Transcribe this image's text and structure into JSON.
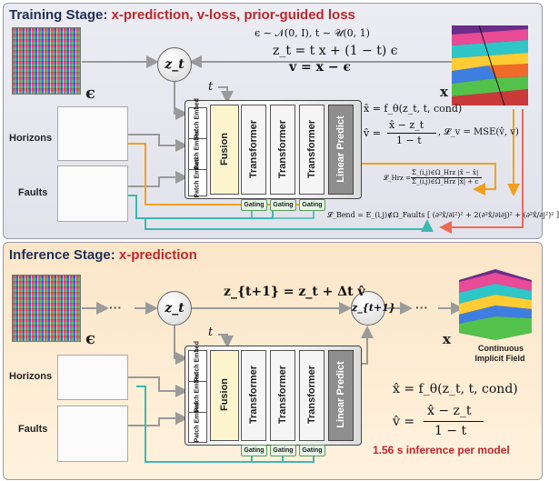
{
  "training": {
    "title_label": "Training Stage:",
    "title_highlight": "x-prediction, v-loss, prior-guided loss",
    "eq_noise": "ϵ ∼ 𝒩(0, I),  t ∼ 𝒰(0, 1)",
    "eq_zt": "z_t = t x + (1 − t) ϵ",
    "eq_v": "v = x − ϵ",
    "eq_xhat": "x̂ = f_θ(z_t, t, cond)",
    "eq_vhat_lhs": "v̂ =",
    "eq_vhat_num": "x̂ − z_t",
    "eq_vhat_den": "1 − t",
    "eq_lv": ",  𝓛_v = MSE(v̂, v)",
    "eq_lhrz_lhs": "𝓛_Hrz =",
    "eq_lhrz_num": "Σ_(i,j)∈Ω_Hrz |x̂ − x̄|",
    "eq_lhrz_den": "Σ_(i,j)∈Ω_Hrz |x̂| + c",
    "eq_lbend": "𝓛_Bend = E_(i,j)∉Ω_Faults [ (∂²x̂/∂i²)² + 2(∂²x̂/∂i∂j)² + (∂²x̂/∂j²)² ]",
    "label_epsilon": "ϵ",
    "label_x": "x",
    "label_horizons": "Horizons",
    "label_faults": "Faults",
    "node_zt": "z_t",
    "label_t": "t"
  },
  "inference": {
    "title_label": "Inference Stage:",
    "title_highlight": "x-prediction",
    "eq_update": "z_{t+1} = z_t + Δt v̂",
    "eq_xhat": "x̂ = f_θ(z_t, t, cond)",
    "eq_vhat_lhs": "v̂ =",
    "eq_vhat_num": "x̂ − z_t",
    "eq_vhat_den": "1 − t",
    "node_zt": "z_t",
    "node_zt1": "z_{t+1}",
    "ellipsis": "···",
    "label_epsilon": "ϵ",
    "label_x": "x",
    "label_horizons": "Horizons",
    "label_faults": "Faults",
    "label_t": "t",
    "output_caption_1": "Continuous",
    "output_caption_2": "Implicit Field",
    "timing": "1.56 s inference per model"
  },
  "network": {
    "patch_embed": "Patch Embed",
    "fusion": "Fusion",
    "transformer": "Transformer",
    "linear_predict": "Linear Predict",
    "gating": "Gating"
  },
  "colors": {
    "red_text": "#c0262c",
    "title_blue": "#1f2f55",
    "cond_orange": "#f0a020",
    "cond_teal": "#3fb8b0",
    "loss_red": "#ee6a55",
    "fusion_yellow": "#fbf4cc",
    "linear_gray": "#8e8e8e"
  }
}
